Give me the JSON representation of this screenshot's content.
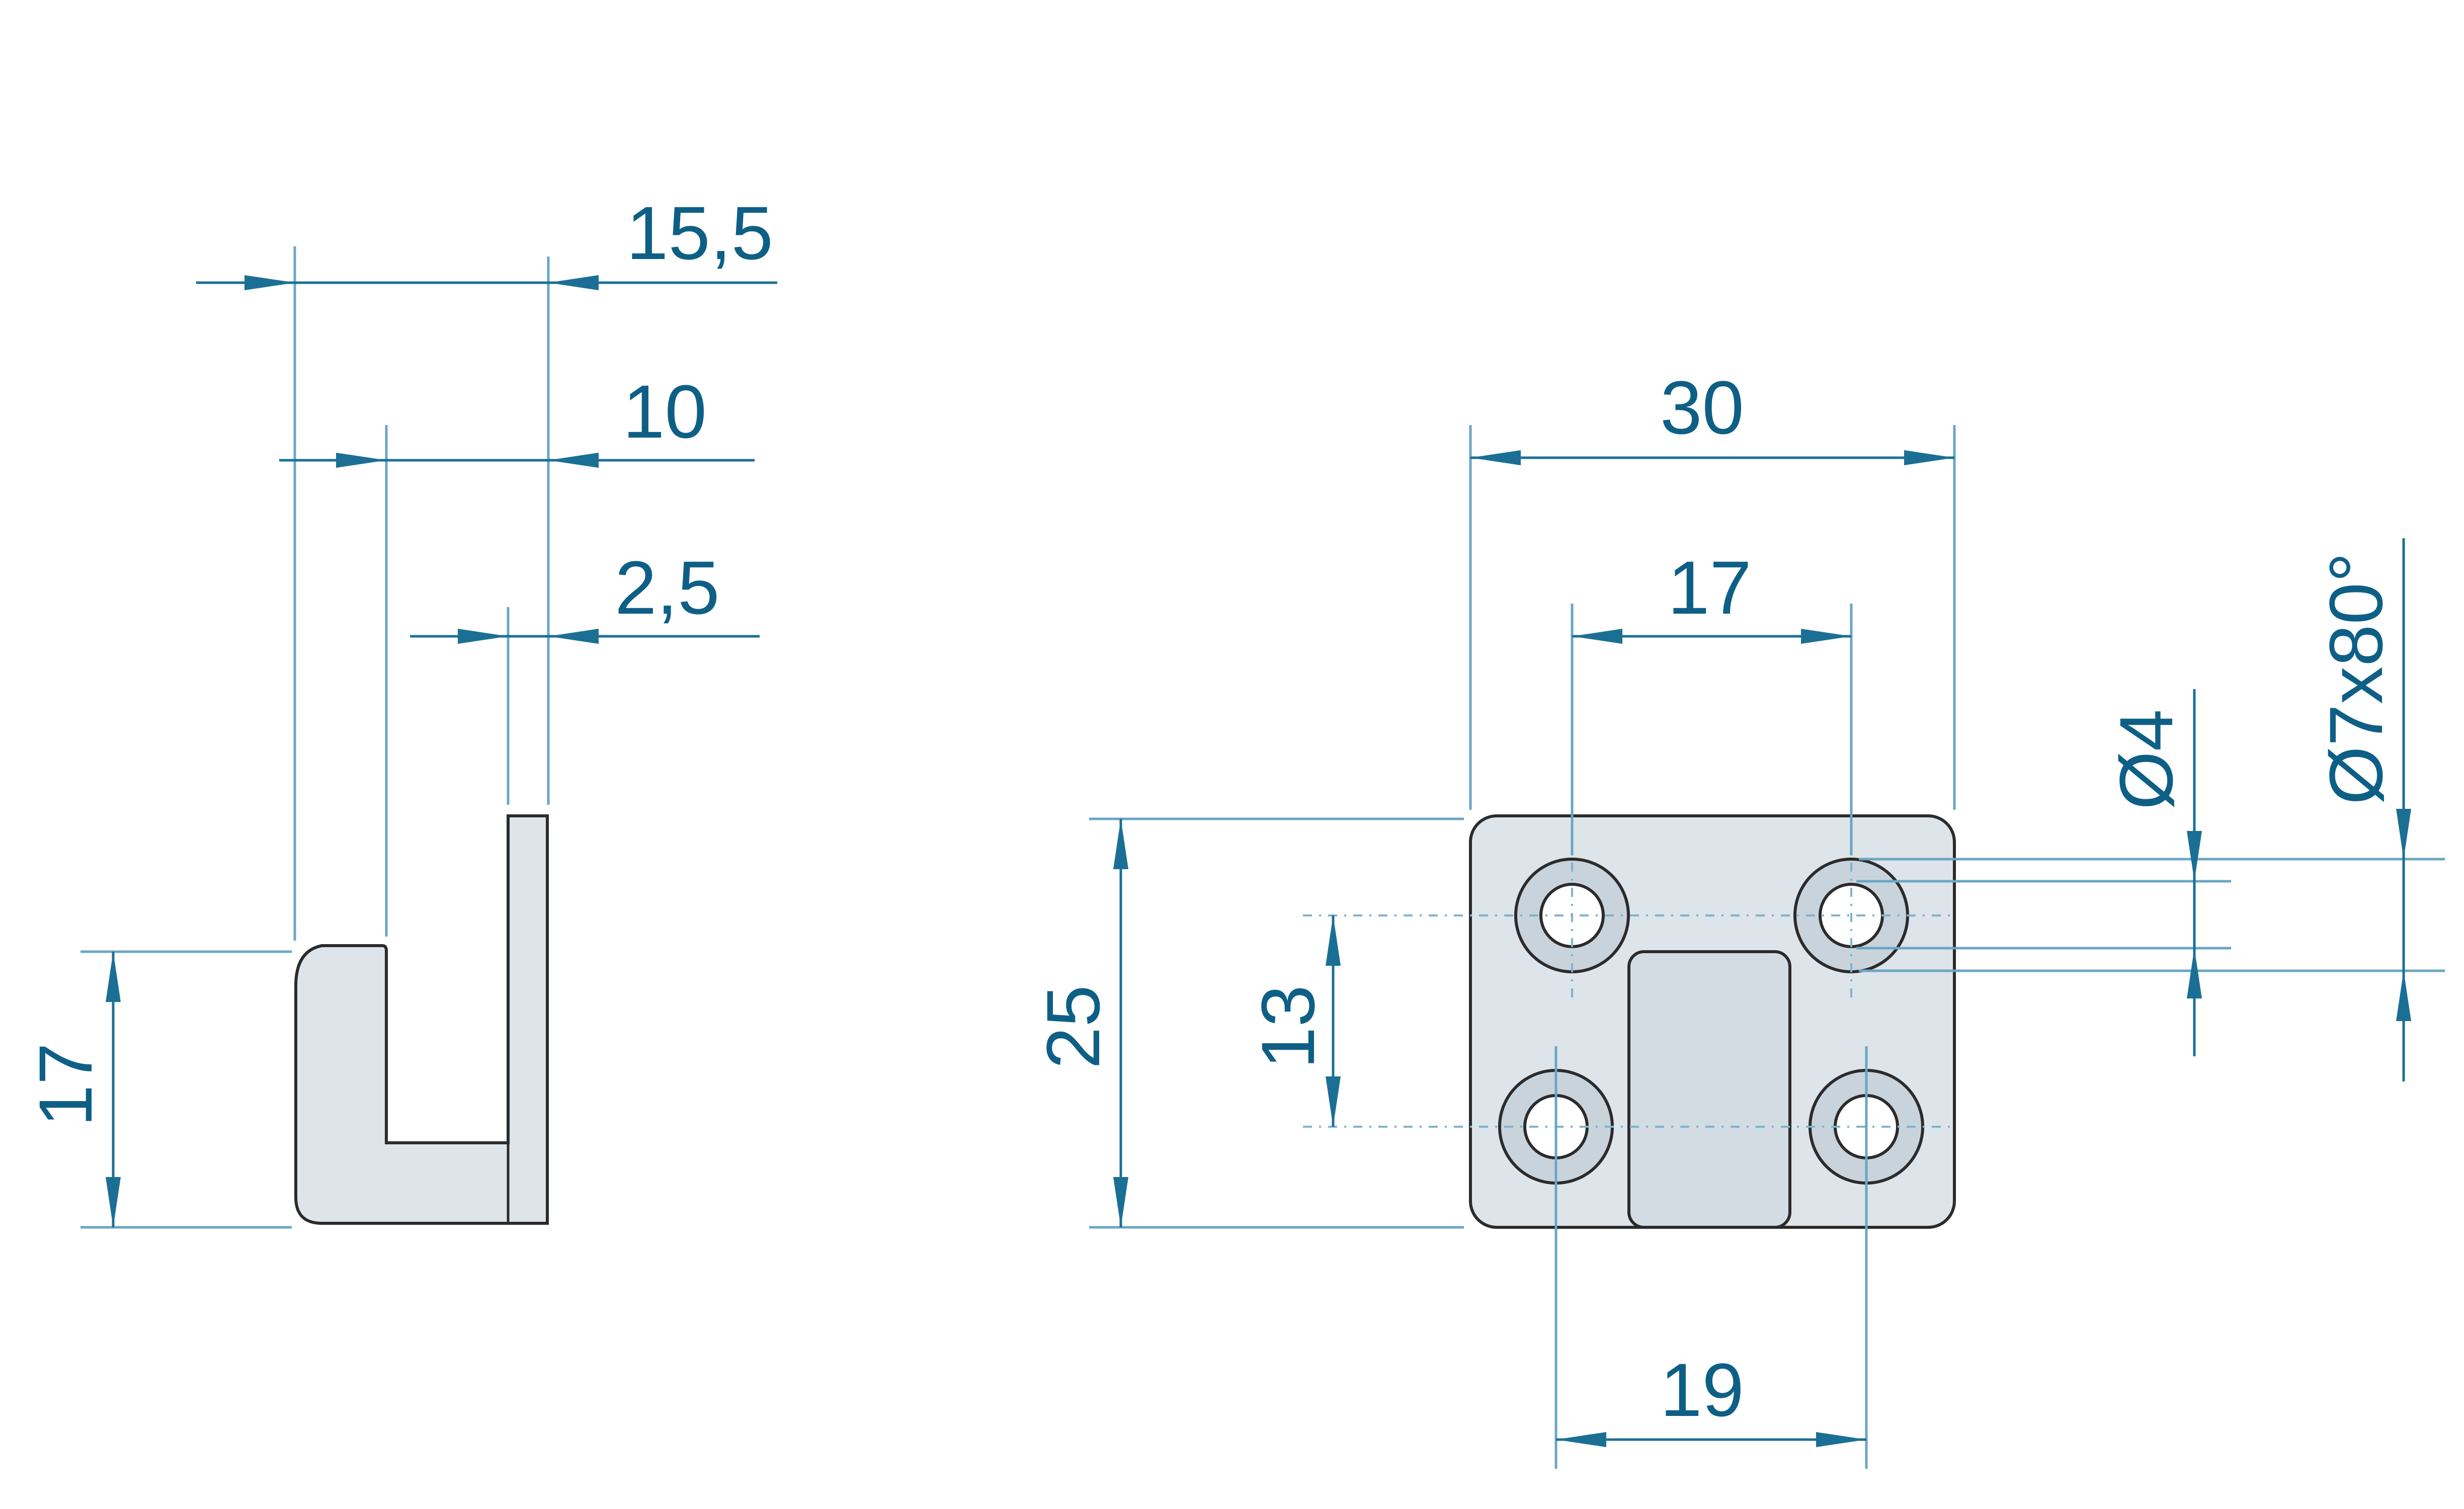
{
  "side_view": {
    "dim_total_depth": "15,5",
    "dim_inner_depth": "10",
    "dim_thickness": "2,5",
    "dim_height": "17"
  },
  "front_view": {
    "dim_width": "30",
    "dim_hole_spacing_top": "17",
    "dim_hole_spacing_bottom": "19",
    "dim_height": "25",
    "dim_hole_spacing_vertical": "13",
    "dim_hole_diameter": "Ø4",
    "dim_countersink": "Ø7x80°"
  },
  "colors": {
    "dimension": "#1b6f95",
    "label": "#0e5f86",
    "part_fill": "#dde4ea",
    "outline": "#2b2b2b"
  }
}
